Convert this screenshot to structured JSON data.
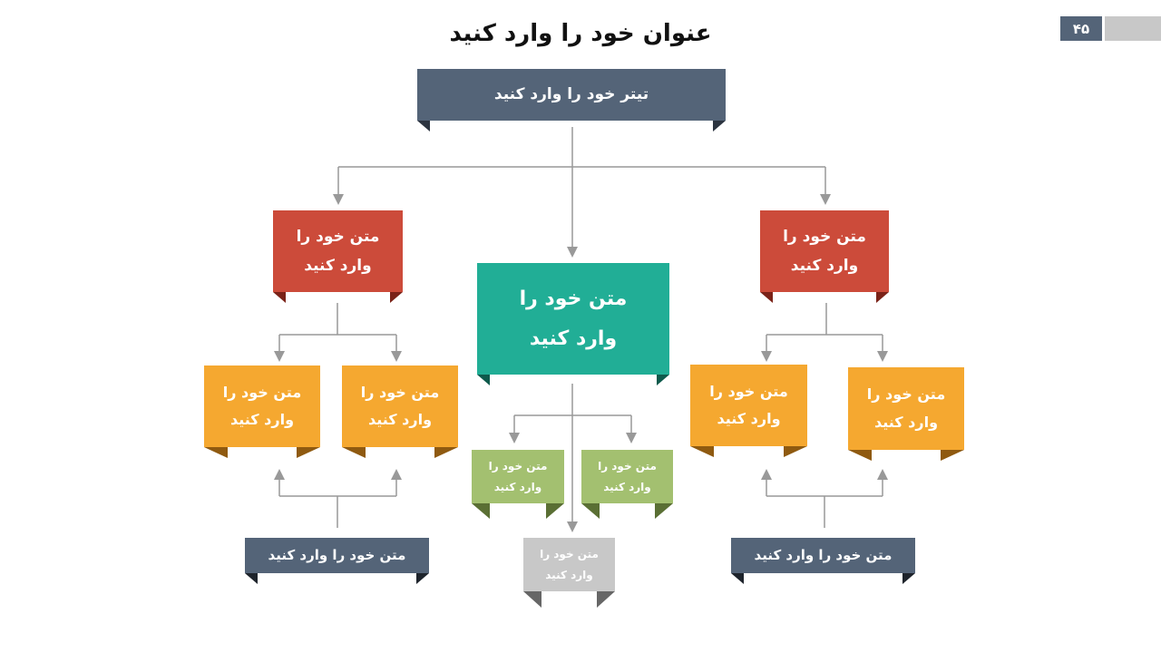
{
  "title": "عنوان خود را وارد کنید",
  "page_number": "۴۵",
  "colors": {
    "navy": "#546478",
    "red": "#cc4b3a",
    "teal": "#21ae96",
    "orange": "#f5a830",
    "green": "#a3c070",
    "gray": "#c8c8c8",
    "line": "#999999"
  },
  "boxes": {
    "header": "تیتر خود را وارد کنید",
    "red_left": "متن خود را\nوارد کنید",
    "red_right": "متن خود را\nوارد کنید",
    "center": "متن خود را\nوارد کنید",
    "orange_1": "متن خود را\nوارد کنید",
    "orange_2": "متن خود را\nوارد کنید",
    "orange_3": "متن خود را\nوارد کنید",
    "orange_4": "متن خود را\nوارد کنید",
    "green_1": "متن خود را\nوارد کنید",
    "green_2": "متن خود را\nوارد کنید",
    "gray": "متن خود را\nوارد کنید",
    "navy_left": "متن خود را وارد کنید",
    "navy_right": "متن خود را وارد کنید"
  }
}
